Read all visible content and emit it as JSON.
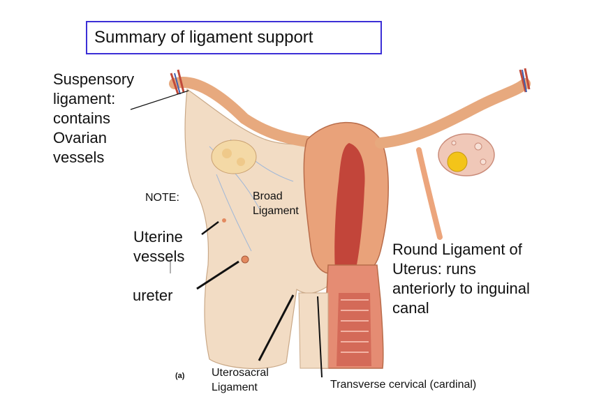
{
  "title": "Summary of ligament support",
  "labels": {
    "suspensory": [
      "Suspensory",
      "ligament:",
      "contains",
      "Ovarian",
      "vessels"
    ],
    "note": "NOTE:",
    "broad": [
      "Broad",
      "Ligament"
    ],
    "uterine_vessels": [
      "Uterine",
      "vessels"
    ],
    "ureter": "ureter",
    "round_ligament": [
      "Round Ligament of",
      "Uterus: runs",
      "anteriorly to inguinal",
      "canal"
    ],
    "uterosacral": [
      "Uterosacral",
      "Ligament"
    ],
    "transverse_cervical": "Transverse cervical (cardinal)",
    "panel_letter": "(a)"
  },
  "colors": {
    "title_border": "#3b2fd6",
    "broad_ligament": "#f2dcc4",
    "uterus_wall": "#e9a27a",
    "uterine_cavity": "#c2453a",
    "ovary": "#f0c8b8",
    "follicle": "#f3c419"
  }
}
